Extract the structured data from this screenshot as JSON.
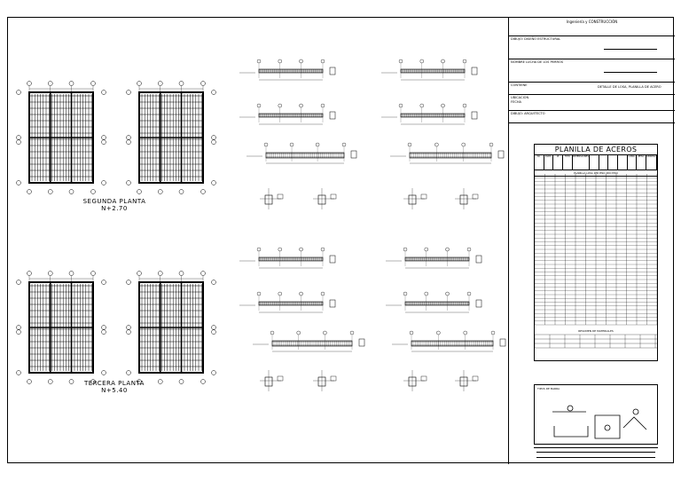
{
  "title_block": {
    "header": "Ingeniería y CONSTRUCCIÓN",
    "row1": "DIBUJO: DISEÑO ESTRUCTURAL",
    "row2": "NOMBRE LUCHA DE LOS PERROS",
    "row3a": "CONTIENE",
    "row3b": "DETALLE DE LOSA, PLANILLA DE ACERO",
    "row4a": "UBICACION",
    "row4b": "FECHA",
    "row5": "DIBUJO: ARQUITECTO"
  },
  "planilla": {
    "title": "PLANILLA DE ACEROS",
    "columns": [
      "No.",
      "DIAM.",
      "Ø",
      "TIPO",
      "DIMENSIONES",
      "",
      "",
      "",
      "",
      "LONG.",
      "PESO",
      "OBSERV."
    ],
    "subtitle": "PLANILLA LOSA 1ER PISO 2DO PISO",
    "resumen": "RESUMEN DE MATERIALES"
  },
  "notes": {
    "title": "TIPOS DE BARRA"
  },
  "plans": {
    "segunda_name": "SEGUNDA PLANTA",
    "segunda_level": "N+2.70",
    "tercera_name": "TERCERA PLANTA",
    "tercera_level": "N+5.40"
  }
}
